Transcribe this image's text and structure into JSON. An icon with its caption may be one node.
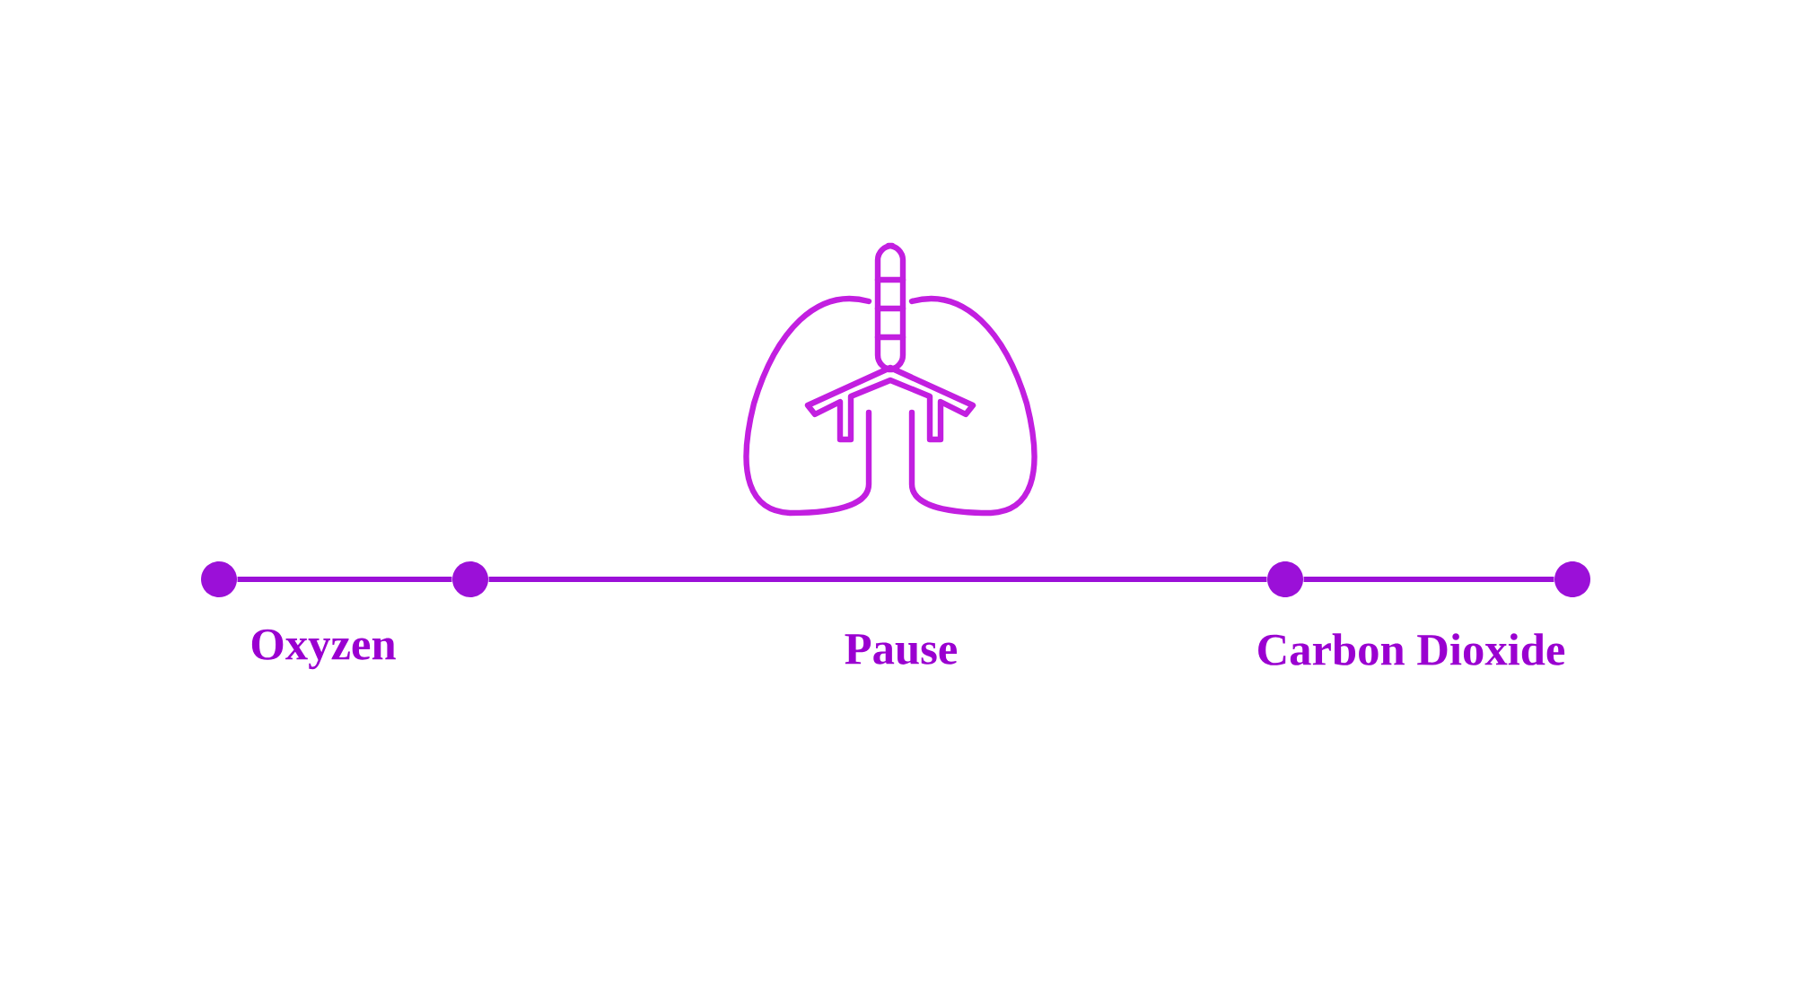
{
  "diagram": {
    "nodes": [
      {
        "text": [],
        "shape": "circle"
      },
      {
        "text": [],
        "shape": "circle"
      },
      {
        "text": [],
        "shape": "circle"
      },
      {
        "text": [],
        "shape": "circle"
      }
    ],
    "edges": [
      {
        "from": 0,
        "to": 1,
        "arrow": "none"
      },
      {
        "from": 1,
        "to": 2,
        "arrow": "none"
      },
      {
        "from": 2,
        "to": 3,
        "arrow": "none"
      }
    ],
    "labels": [
      "Oxyzen",
      "Pause",
      "Carbon Dioxide"
    ]
  }
}
